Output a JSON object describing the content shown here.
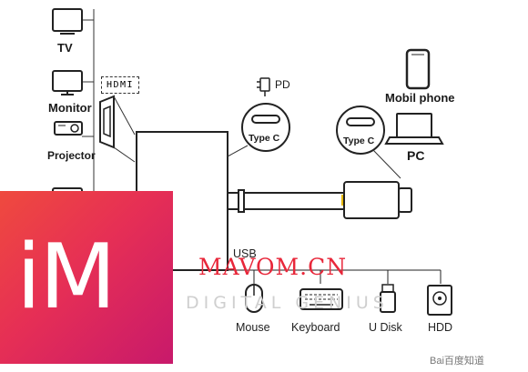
{
  "devices_left": {
    "tv": "TV",
    "monitor": "Monitor",
    "projector": "Projector",
    "hdmi": "HDMI"
  },
  "power": {
    "label": "PD",
    "port_label": "Type C"
  },
  "right": {
    "phone": "Mobil phone",
    "pc": "PC",
    "port_label": "Type C"
  },
  "usb": {
    "hub_label": "USB",
    "items": [
      {
        "label": "Mouse",
        "icon": "mouse-icon"
      },
      {
        "label": "Keyboard",
        "icon": "keyboard-icon"
      },
      {
        "label": "U Disk",
        "icon": "usb-disk-icon"
      },
      {
        "label": "HDD",
        "icon": "hdd-icon"
      }
    ]
  },
  "watermark": {
    "logo": "iM",
    "brand": "MAVOM.CN",
    "sub": "DIGITAL GENIUS",
    "baidu": "Bai百度知道"
  },
  "colors": {
    "line": "#222222",
    "watermark_red": "#e8273a",
    "logo_gradient_start": "#ef4a3e",
    "logo_gradient_end": "#c8196b"
  }
}
